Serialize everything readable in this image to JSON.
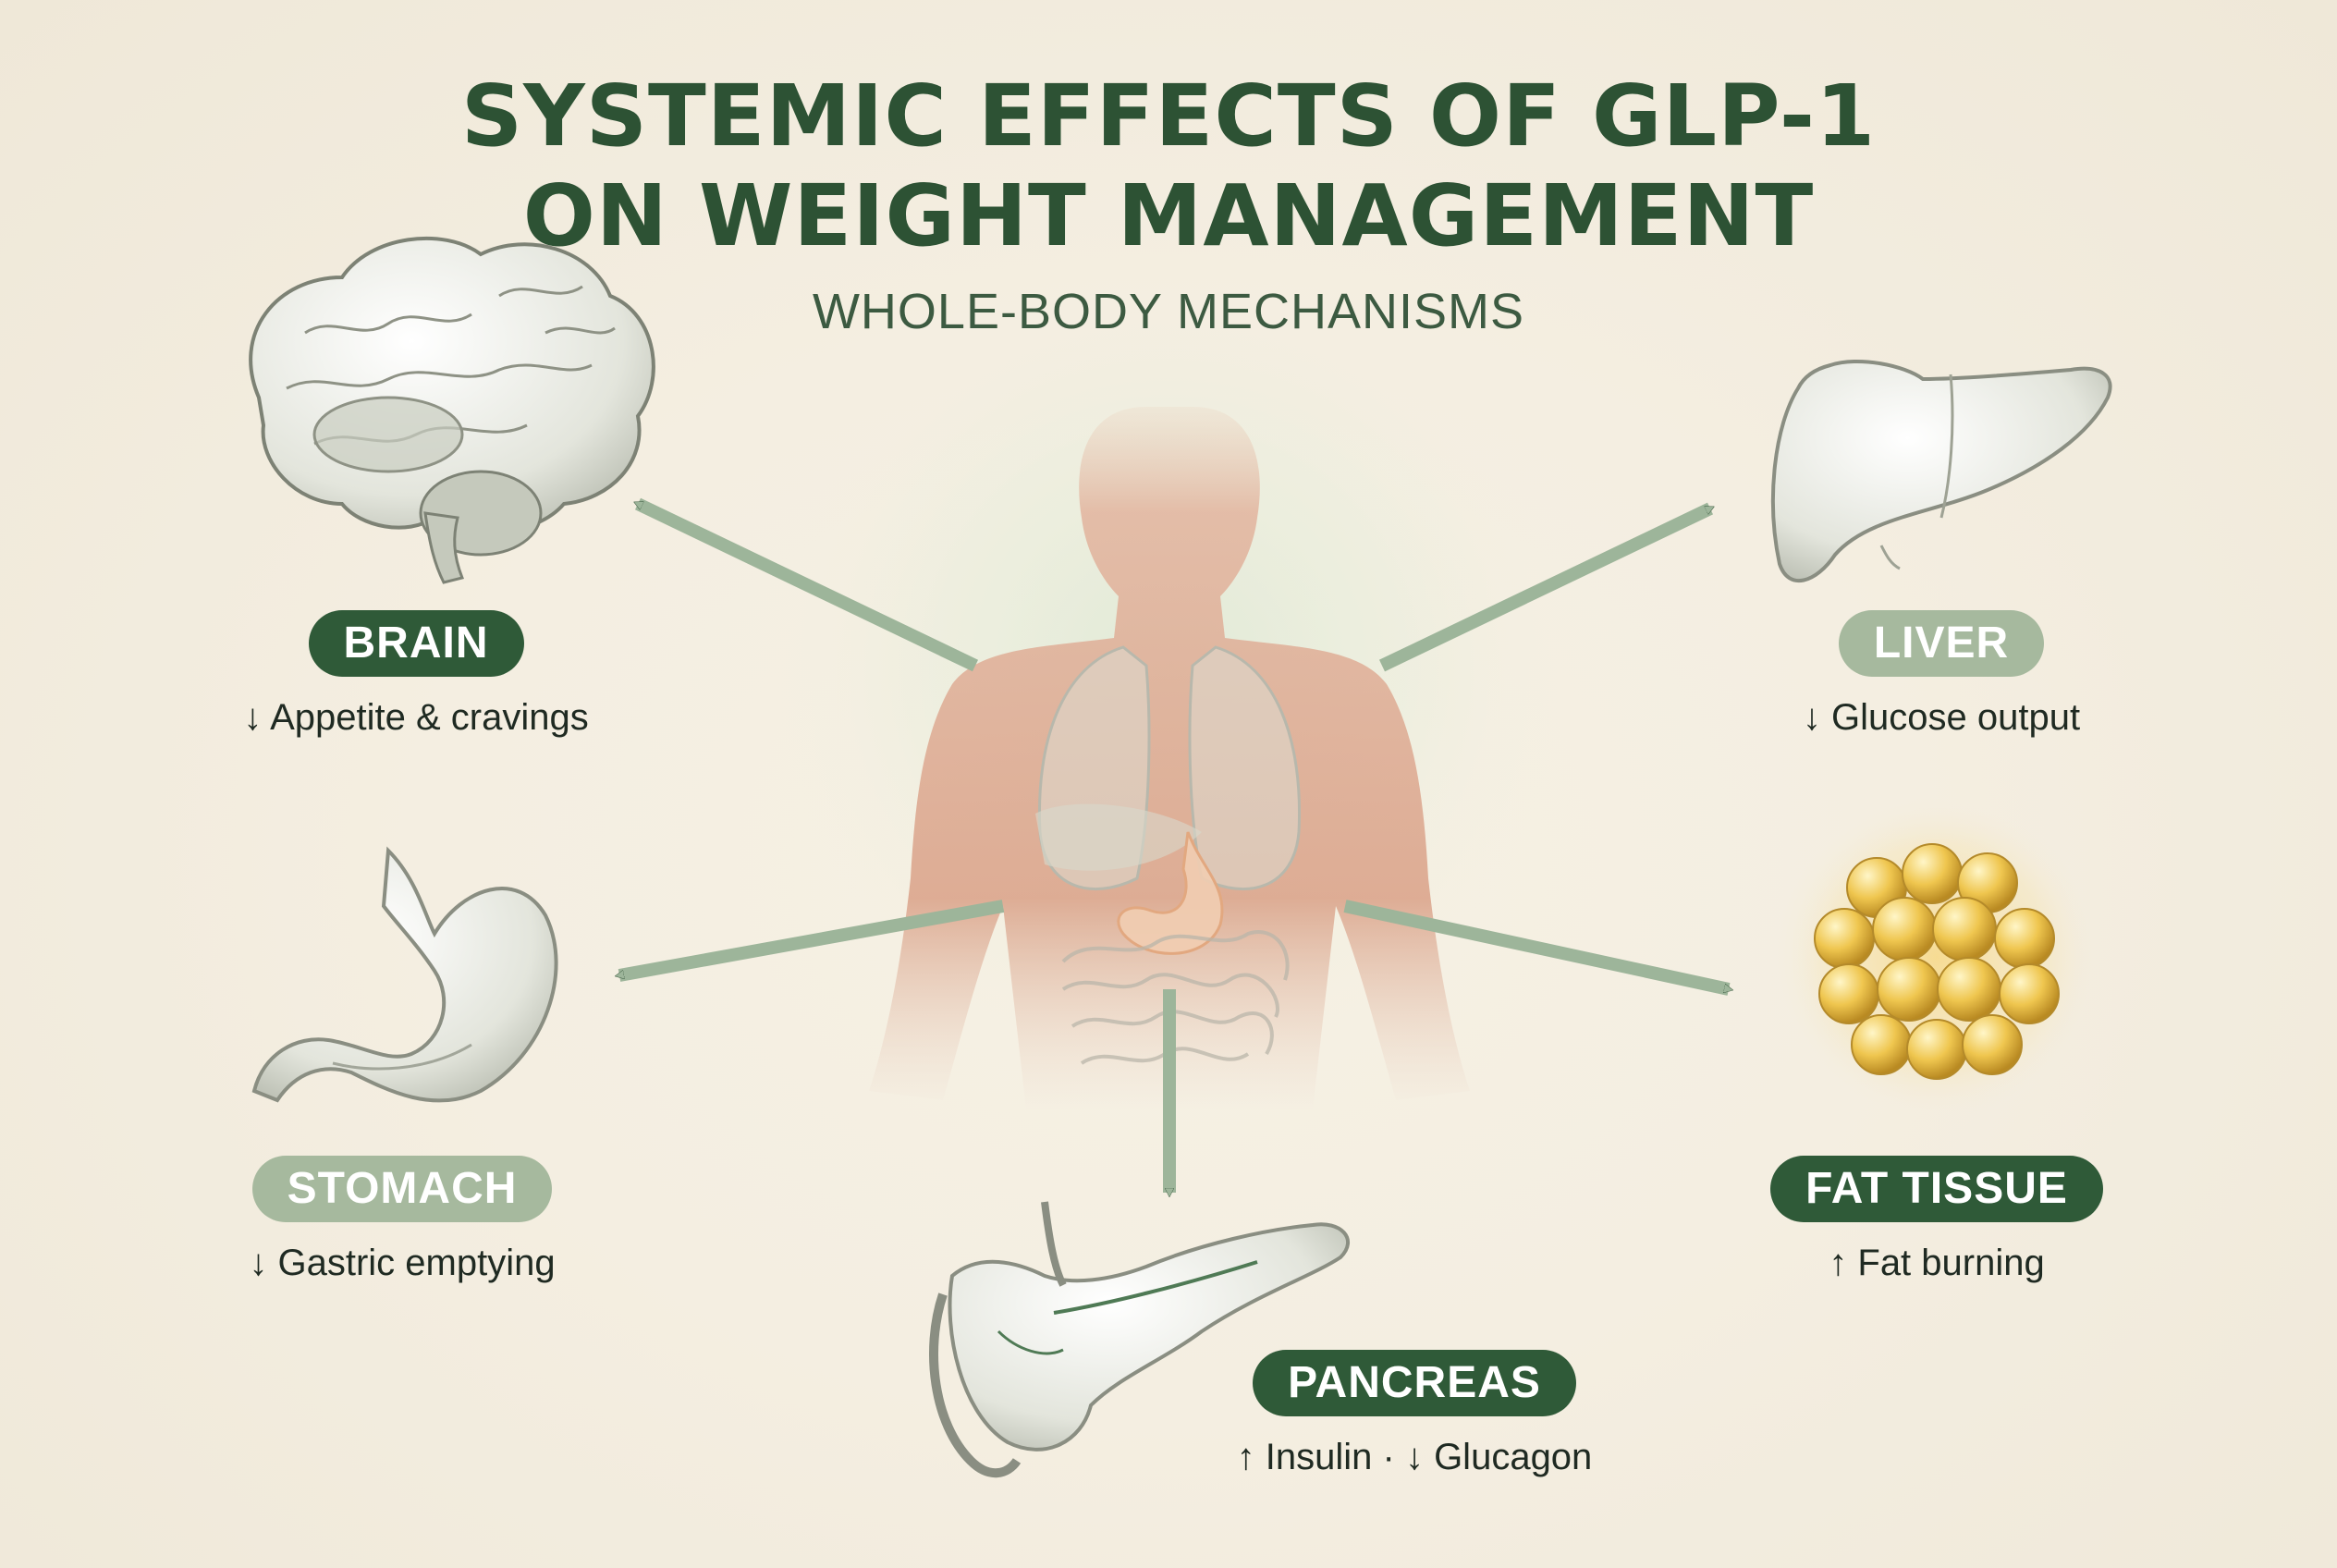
{
  "header": {
    "title_line1": "SYSTEMIC EFFECTS OF GLP-1",
    "title_line2": "ON WEIGHT MANAGEMENT",
    "subtitle": "WHOLE-BODY MECHANISMS"
  },
  "organs": {
    "brain": {
      "label": "BRAIN",
      "effect": "↓ Appetite & cravings"
    },
    "liver": {
      "label": "LIVER",
      "effect": "↓ Glucose output"
    },
    "stomach": {
      "label": "STOMACH",
      "effect": "↓ Gastric emptying"
    },
    "fat_tissue": {
      "label": "FAT TISSUE",
      "effect": "↑ Fat burning"
    },
    "pancreas": {
      "label": "PANCREAS",
      "effect": "↑ Insulin · ↓ Glucagon"
    }
  },
  "colors": {
    "title": "#2d5234",
    "pill_dark": "#2f5a38",
    "pill_light": "#a6b99e",
    "arrow": "#9db59a",
    "background": "#f4eee1"
  }
}
